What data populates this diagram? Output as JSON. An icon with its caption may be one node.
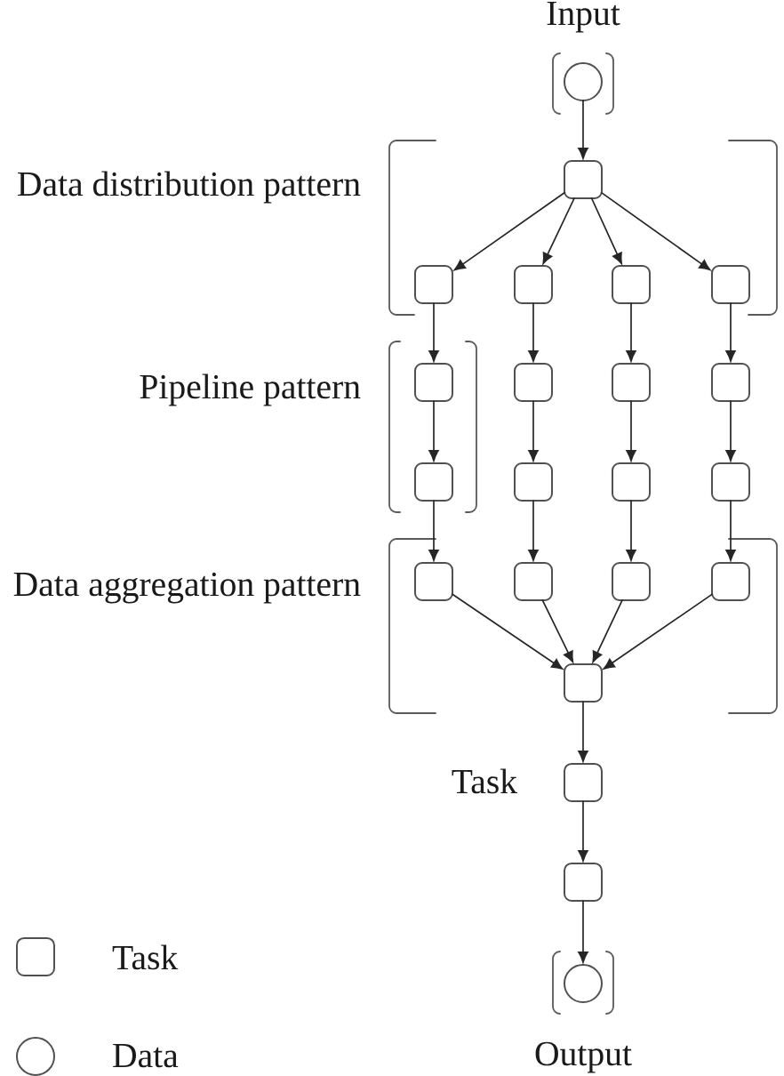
{
  "diagram": {
    "nodes": [
      {
        "text": [],
        "shape": "circle",
        "beside": [
          "Input"
        ]
      },
      {
        "text": [],
        "shape": "box"
      },
      {
        "text": [],
        "shape": "box"
      },
      {
        "text": [],
        "shape": "box"
      },
      {
        "text": [],
        "shape": "box"
      },
      {
        "text": [],
        "shape": "box"
      },
      {
        "text": [],
        "shape": "box"
      },
      {
        "text": [],
        "shape": "box"
      },
      {
        "text": [],
        "shape": "box"
      },
      {
        "text": [],
        "shape": "box"
      },
      {
        "text": [],
        "shape": "box"
      },
      {
        "text": [],
        "shape": "box"
      },
      {
        "text": [],
        "shape": "box"
      },
      {
        "text": [],
        "shape": "box"
      },
      {
        "text": [],
        "shape": "box"
      },
      {
        "text": [],
        "shape": "box"
      },
      {
        "text": [],
        "shape": "box"
      },
      {
        "text": [],
        "shape": "box"
      },
      {
        "text": [],
        "shape": "box"
      },
      {
        "text": [],
        "shape": "box",
        "beside": [
          "Task"
        ]
      },
      {
        "text": [],
        "shape": "box"
      },
      {
        "text": [],
        "shape": "circle",
        "beside": [
          "Output"
        ]
      }
    ],
    "edges": [
      {
        "from": 0,
        "to": 1,
        "arrow": "to"
      },
      {
        "from": 1,
        "to": 2,
        "arrow": "to"
      },
      {
        "from": 1,
        "to": 3,
        "arrow": "to"
      },
      {
        "from": 1,
        "to": 4,
        "arrow": "to"
      },
      {
        "from": 1,
        "to": 5,
        "arrow": "to"
      },
      {
        "from": 2,
        "to": 6,
        "arrow": "to"
      },
      {
        "from": 3,
        "to": 7,
        "arrow": "to"
      },
      {
        "from": 4,
        "to": 8,
        "arrow": "to"
      },
      {
        "from": 5,
        "to": 9,
        "arrow": "to"
      },
      {
        "from": 6,
        "to": 10,
        "arrow": "to"
      },
      {
        "from": 7,
        "to": 11,
        "arrow": "to"
      },
      {
        "from": 8,
        "to": 12,
        "arrow": "to"
      },
      {
        "from": 9,
        "to": 13,
        "arrow": "to"
      },
      {
        "from": 10,
        "to": 14,
        "arrow": "to"
      },
      {
        "from": 11,
        "to": 15,
        "arrow": "to"
      },
      {
        "from": 12,
        "to": 16,
        "arrow": "to"
      },
      {
        "from": 13,
        "to": 17,
        "arrow": "to"
      },
      {
        "from": 14,
        "to": 18,
        "arrow": "to"
      },
      {
        "from": 15,
        "to": 18,
        "arrow": "to"
      },
      {
        "from": 16,
        "to": 18,
        "arrow": "to"
      },
      {
        "from": 17,
        "to": 18,
        "arrow": "to"
      },
      {
        "from": 18,
        "to": 19,
        "arrow": "to"
      },
      {
        "from": 19,
        "to": 20,
        "arrow": "to"
      },
      {
        "from": 20,
        "to": 21,
        "arrow": "to"
      }
    ],
    "labels": [
      "Data distribution pattern",
      "Pipeline pattern",
      "Data aggregation pattern"
    ],
    "legend": [
      {
        "text": "Task"
      },
      {
        "text": "Data"
      }
    ]
  }
}
